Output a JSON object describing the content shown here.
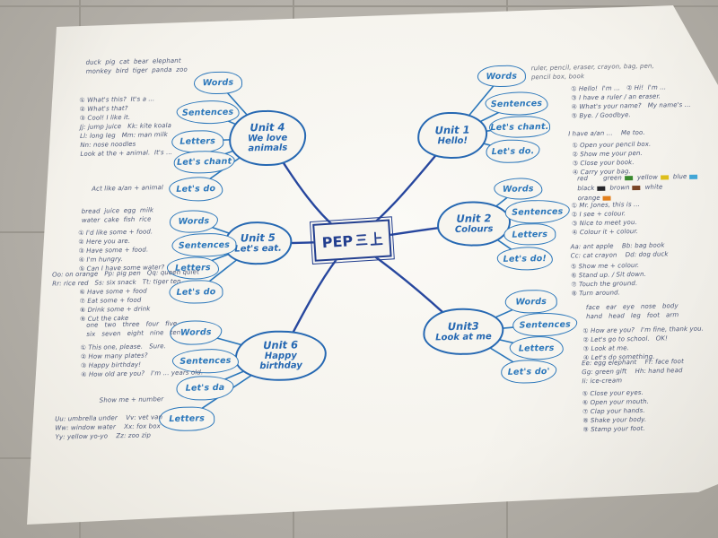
{
  "colors": {
    "ink_center": "#233f8f",
    "ink_units": "#2668b2",
    "ink_clouds": "#2b77bb",
    "pen_notes": "#4d5878",
    "paper": "#f6f4ee",
    "floor": "#b2aea7",
    "swatch_green": "#3a8a2e",
    "swatch_yellow": "#ddbe1c",
    "swatch_blue": "#42a6d6",
    "swatch_black": "#26262a",
    "swatch_brown": "#7a4526",
    "swatch_orange": "#e2801e"
  },
  "center": {
    "label": "PEP三上",
    "label_latin": "PEP"
  },
  "units": [
    {
      "name": "Unit 1",
      "topic": "Hello!",
      "children": [
        "Words",
        "Sentences",
        "Let's chant.",
        "Let's do."
      ]
    },
    {
      "name": "Unit 2",
      "topic": "Colours",
      "children": [
        "Words",
        "Sentences",
        "Letters",
        "Let's do!"
      ]
    },
    {
      "name": "Unit3",
      "topic": "Look at me",
      "children": [
        "Words",
        "Sentences",
        "Letters",
        "Let's do'"
      ]
    },
    {
      "name": "Unit 4",
      "topic": "We love animals",
      "children": [
        "Words",
        "Sentences",
        "Letters",
        "Let's chant",
        "Let's do"
      ]
    },
    {
      "name": "Unit 5",
      "topic": "Let's eat.",
      "children": [
        "Words",
        "Sentences",
        "Letters",
        "Let's do"
      ]
    },
    {
      "name": "Unit 6",
      "topic": "Happy birthday",
      "children": [
        "Words",
        "Sentences",
        "Let's da",
        "Letters"
      ]
    }
  ],
  "notes": {
    "animals_words": "duck  pig  cat  bear  elephant\nmonkey  bird  tiger  panda  zoo",
    "unit4_notes": "① What's this?  It's a ...\n② What's that?\n③ Cool! I like it.\nJj: jump juice   Kk: kite koala\nLl: long leg   Mm: man milk\nNn: nose noodles\nLook at the + animal.  It's ...",
    "unit4_act": "Act like a/an + animal",
    "unit5_words": "bread  juice  egg  milk\nwater  cake  fish  rice",
    "unit5_notes": "① I'd like some + food.\n② Here you are.\n③ Have some + food.\n④ I'm hungry.\n⑤ Can I have some water?",
    "unit5_letters": "Oo: on orange   Pp: pig pen   Qq: queen quiet\nRr: rice red   Ss: six snack   Tt: tiger ten",
    "unit5_do": "⑥ Have some + food\n⑦ Eat some + food\n⑧ Drink some + drink\n⑨ Cut the cake",
    "numbers": "one   two   three   four   five\nsix   seven   eight   nine   ten",
    "unit6_notes": "① This one, please.   Sure.\n② How many plates?\n③ Happy birthday!\n④ How old are you?   I'm ... years old.",
    "unit6_show": "Show me + number",
    "letters_uvwxyz": "Uu: umbrella under    Vv: vet van\nWw: window water    Xx: fox box\nYy: yellow yo-yo    Zz: zoo zip",
    "unit1_stationery": "ruler, pencil, eraser, crayon, bag, pen,\npencil box, book",
    "unit1_notes": "① Hello!  I'm ...   ② Hi!  I'm ...\n③ I have a ruler / an eraser.\n④ What's your name?   My name's ...\n⑤ Bye. / Goodbye.",
    "unit1_have": "I have a/an ...    Me too.",
    "unit1_do": "① Open your pencil box.\n② Show me your pen.\n③ Close your book.\n④ Carry your bag.",
    "unit2_colour_words": [
      {
        "word": "red",
        "swatch": null
      },
      {
        "word": "green",
        "swatch": "#3a8a2e"
      },
      {
        "word": "yellow",
        "swatch": "#ddbe1c"
      },
      {
        "word": "blue",
        "swatch": "#42a6d6"
      },
      {
        "word": "black",
        "swatch": "#26262a"
      },
      {
        "word": "brown",
        "swatch": "#7a4526"
      },
      {
        "word": "white",
        "swatch": null
      },
      {
        "word": "orange",
        "swatch": "#e2801e"
      }
    ],
    "unit2_notes": "① Mr. Jones, this is ...\n② I see + colour.\n③ Nice to meet you.\n④ Colour it + colour.",
    "unit2_letters": "Aa: ant apple    Bb: bag book\nCc: cat crayon    Dd: dog duck",
    "unit2_do": "⑤ Show me + colour.\n⑥ Stand up. / Sit down.\n⑦ Touch the ground.\n⑧ Turn around.",
    "unit3_words": "face   ear   eye   nose   body\nhand   head   leg   foot   arm",
    "unit3_notes": "① How are you?   I'm fine, thank you.\n② Let's go to school.   OK!\n③ Look at me.\n④ Let's do something.",
    "unit3_letters": "Ee: egg elephant    Ff: face foot\nGg: green gift    Hh: hand head\nIi: ice-cream",
    "unit3_do": "⑤ Close your eyes.\n⑥ Open your mouth.\n⑦ Clap your hands.\n⑧ Shake your body.\n⑨ Stamp your foot."
  }
}
